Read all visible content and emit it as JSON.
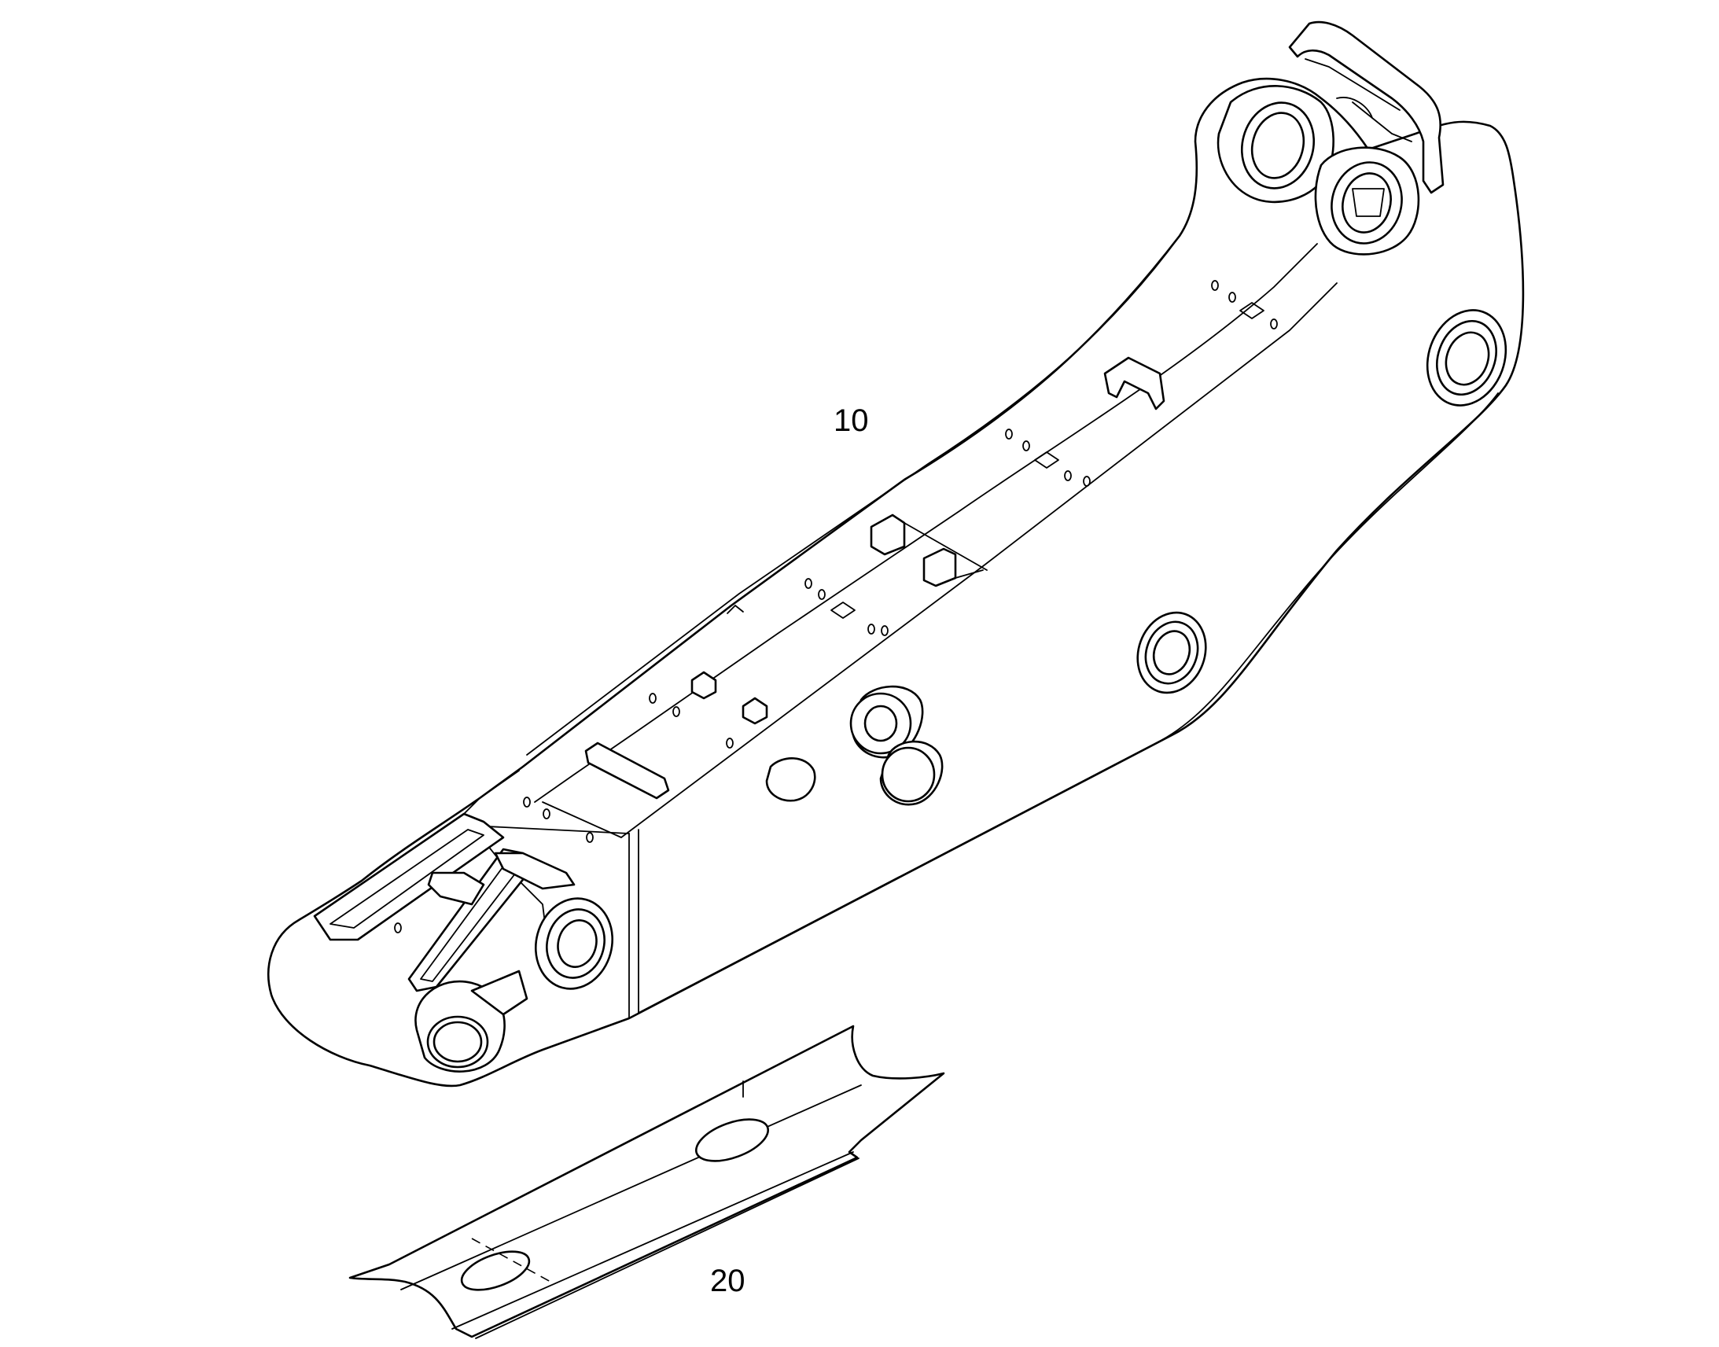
{
  "callouts": [
    {
      "id": "boom",
      "label": "10"
    },
    {
      "id": "plate",
      "label": "20"
    }
  ],
  "colors": {
    "line": "#000000",
    "paper": "#ffffff"
  }
}
